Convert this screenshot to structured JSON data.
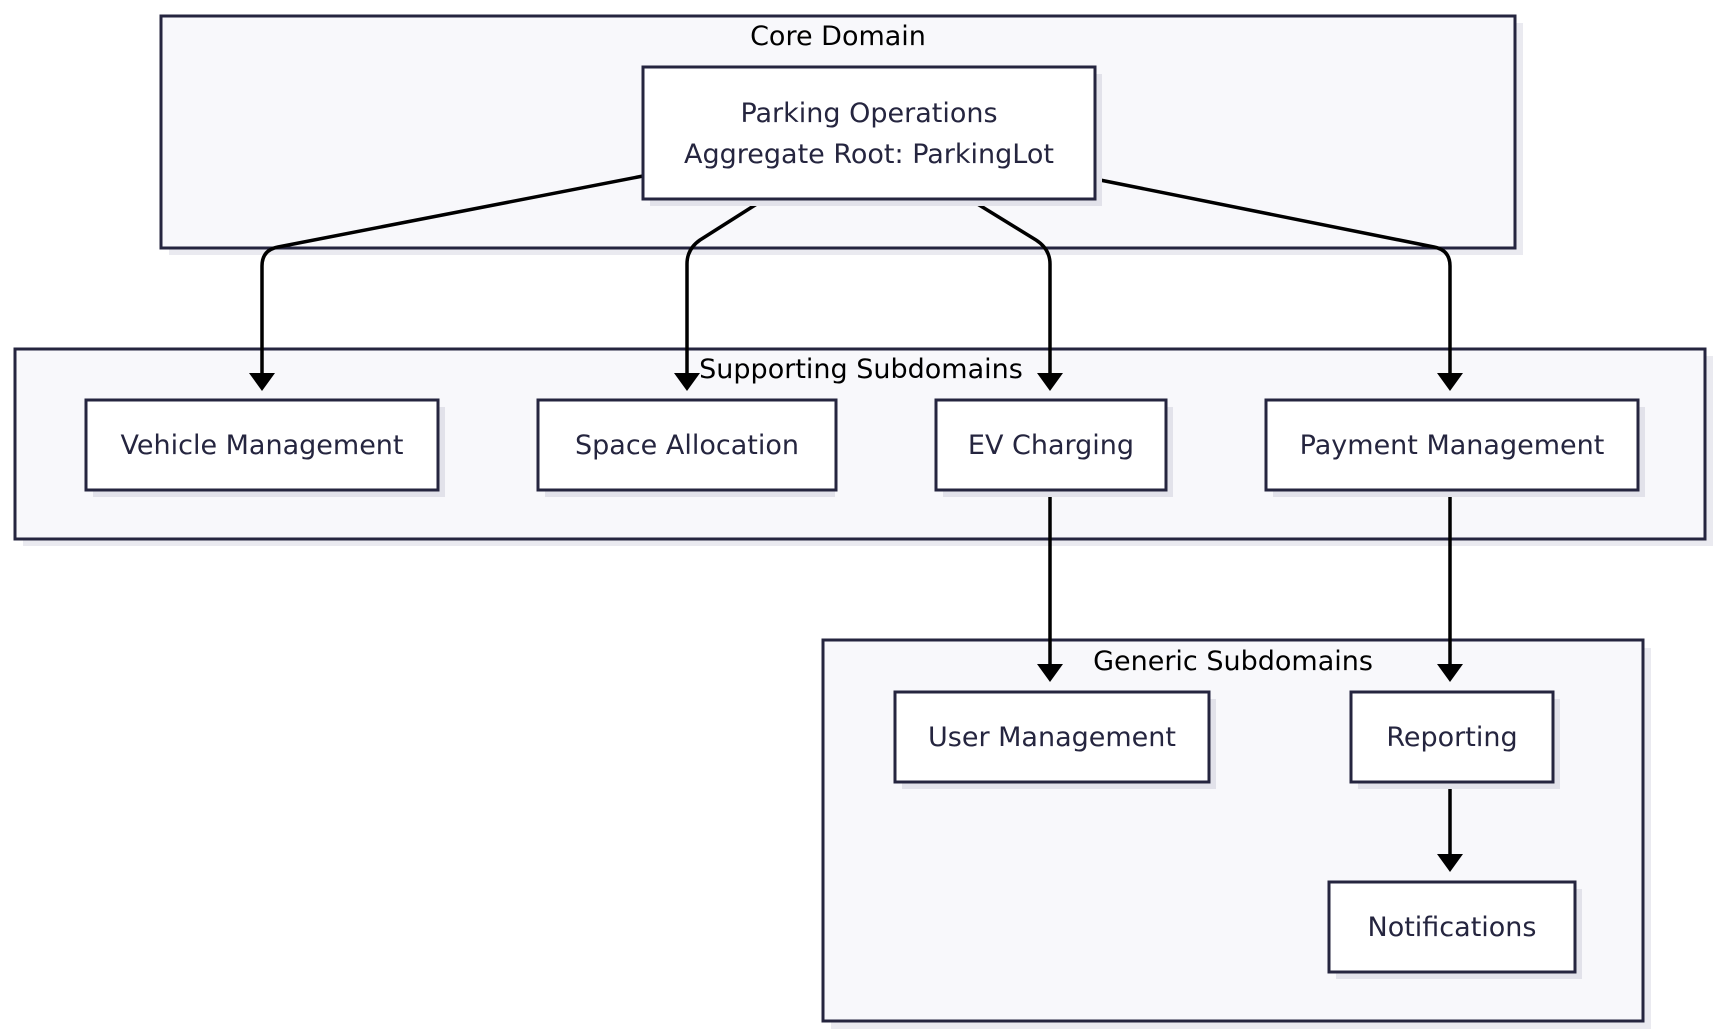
{
  "clusters": {
    "core": {
      "label": "Core Domain"
    },
    "supporting": {
      "label": "Supporting Subdomains"
    },
    "generic": {
      "label": "Generic Subdomains"
    }
  },
  "nodes": {
    "parking_operations": {
      "line1": "Parking Operations",
      "line2": "Aggregate Root: ParkingLot"
    },
    "vehicle_management": {
      "label": "Vehicle Management"
    },
    "space_allocation": {
      "label": "Space Allocation"
    },
    "ev_charging": {
      "label": "EV Charging"
    },
    "payment_management": {
      "label": "Payment Management"
    },
    "user_management": {
      "label": "User Management"
    },
    "reporting": {
      "label": "Reporting"
    },
    "notifications": {
      "label": "Notifications"
    }
  },
  "edges": [
    {
      "from": "Parking Operations",
      "to": "Vehicle Management"
    },
    {
      "from": "Parking Operations",
      "to": "Space Allocation"
    },
    {
      "from": "Parking Operations",
      "to": "EV Charging"
    },
    {
      "from": "Parking Operations",
      "to": "Payment Management"
    },
    {
      "from": "EV Charging",
      "to": "User Management"
    },
    {
      "from": "Payment Management",
      "to": "Reporting"
    },
    {
      "from": "Reporting",
      "to": "Notifications"
    }
  ]
}
